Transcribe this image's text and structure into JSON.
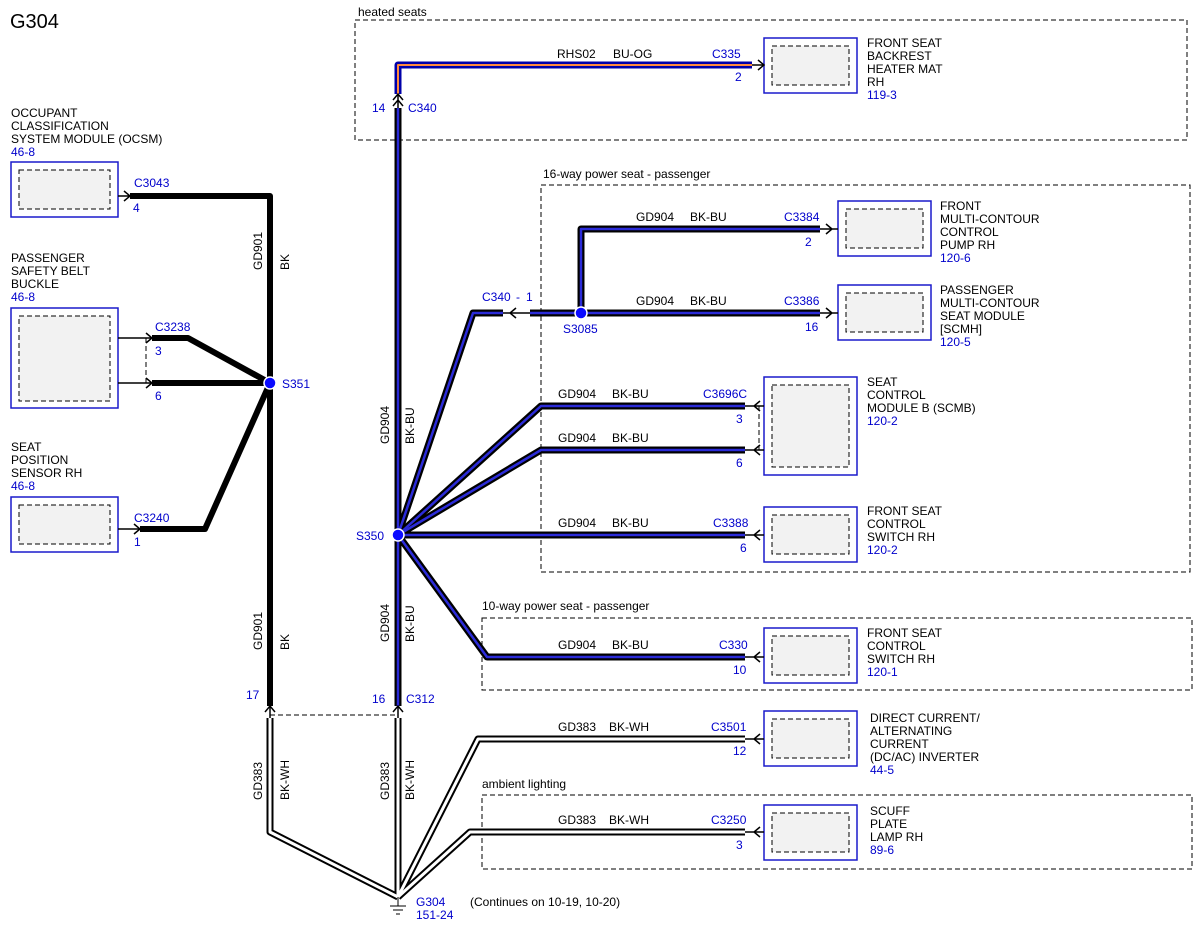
{
  "title": "G304",
  "groups": {
    "heated": "heated seats",
    "sixteen": "16-way power seat - passenger",
    "ten": "10-way power seat - passenger",
    "ambient": "ambient lighting"
  },
  "components": {
    "ocsm": {
      "l1": "OCCUPANT",
      "l2": "CLASSIFICATION",
      "l3": "SYSTEM MODULE (OCSM)",
      "ref": "46-8"
    },
    "buckle": {
      "l1": "PASSENGER",
      "l2": "SAFETY BELT",
      "l3": "BUCKLE",
      "ref": "46-8"
    },
    "seatpos": {
      "l1": "SEAT",
      "l2": "POSITION",
      "l3": "SENSOR RH",
      "ref": "46-8"
    },
    "heater": {
      "l1": "FRONT SEAT",
      "l2": "BACKREST",
      "l3": "HEATER MAT",
      "l4": "RH",
      "ref": "119-3"
    },
    "pump": {
      "l1": "FRONT",
      "l2": "MULTI-CONTOUR",
      "l3": "CONTROL",
      "l4": "PUMP RH",
      "ref": "120-6"
    },
    "scmh": {
      "l1": "PASSENGER",
      "l2": "MULTI-CONTOUR",
      "l3": "SEAT MODULE",
      "l4": "[SCMH]",
      "ref": "120-5"
    },
    "scmb": {
      "l1": "SEAT",
      "l2": "CONTROL",
      "l3": "MODULE B (SCMB)",
      "ref": "120-2"
    },
    "switch16": {
      "l1": "FRONT SEAT",
      "l2": "CONTROL",
      "l3": "SWITCH RH",
      "ref": "120-2"
    },
    "switch10": {
      "l1": "FRONT SEAT",
      "l2": "CONTROL",
      "l3": "SWITCH RH",
      "ref": "120-1"
    },
    "inverter": {
      "l1": "DIRECT CURRENT/",
      "l2": "ALTERNATING",
      "l3": "CURRENT",
      "l4": "(DC/AC) INVERTER",
      "ref": "44-5"
    },
    "scuff": {
      "l1": "SCUFF",
      "l2": "PLATE",
      "l3": "LAMP RH",
      "ref": "89-6"
    }
  },
  "connectors": {
    "c3043": {
      "id": "C3043",
      "pin": "4"
    },
    "c3238": {
      "id": "C3238",
      "pin3": "3",
      "pin6": "6"
    },
    "c3240": {
      "id": "C3240",
      "pin": "1"
    },
    "c335": {
      "id": "C335",
      "pin": "2"
    },
    "c340top": {
      "id": "C340",
      "pin": "14"
    },
    "c3384": {
      "id": "C3384",
      "pin": "2"
    },
    "c3386": {
      "id": "C3386",
      "pin": "16"
    },
    "c340mid": {
      "id": "C340",
      "sep": "-",
      "pin": "1"
    },
    "c3696c": {
      "id": "C3696C",
      "pin3": "3",
      "pin6": "6"
    },
    "c3388": {
      "id": "C3388",
      "pin": "6"
    },
    "c330": {
      "id": "C330",
      "pin": "10"
    },
    "c312": {
      "id": "C312",
      "pin": "16"
    },
    "pin17": "17",
    "c3501": {
      "id": "C3501",
      "pin": "12"
    },
    "c3250": {
      "id": "C3250",
      "pin": "3"
    }
  },
  "splices": {
    "s351": "S351",
    "s350": "S350",
    "s3085": "S3085"
  },
  "wires": {
    "gd901": "GD901",
    "bk": "BK",
    "gd904": "GD904",
    "bkbu": "BK-BU",
    "rhs02": "RHS02",
    "buog": "BU-OG",
    "gd383": "GD383",
    "bkwh": "BK-WH"
  },
  "ground": {
    "id": "G304",
    "ref": "151-24",
    "note": "(Continues on 10-19, 10-20)"
  },
  "colors": {
    "blue": "#0000cc",
    "splice": "#0a0aff",
    "bkbu": "#2b2bd8",
    "buog": "#ff8a3d"
  }
}
